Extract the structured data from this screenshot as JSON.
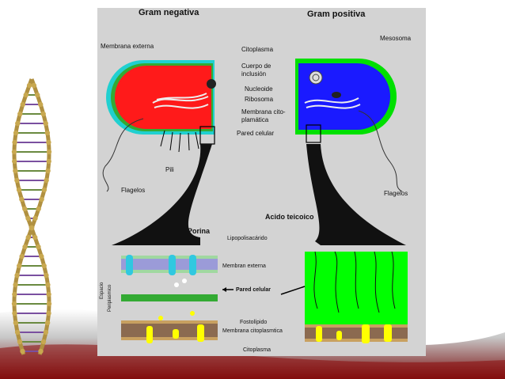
{
  "titles": {
    "gram_negative": "Gram negativa",
    "gram_positive": "Gram positiva"
  },
  "labels": {
    "outer_membrane": "Membrana externa",
    "cytoplasm": "Citoplasma",
    "inclusion_body_1": "Cuerpo de",
    "inclusion_body_2": "inclusión",
    "nucleoid": "Nucleoide",
    "ribosome": "Ribosoma",
    "cyto_membrane_1": "Membrana cito-",
    "cyto_membrane_2": "plamática",
    "cell_wall": "Pared celular",
    "mesosome": "Mesosoma",
    "pili": "Pili",
    "flagella_left": "Flagelos",
    "flagella_right": "Flagelos",
    "teichoic_acid": "Acido teicoico",
    "porin": "Porina",
    "lipopolysaccharide": "Lipopolisacárido",
    "outer_membrane_detail": "Membran externa",
    "cell_wall_detail": "Pared celular",
    "periplasmic_space_1": "Espacio",
    "periplasmic_space_2": "Periplasmico",
    "phospholipid": "Fostolípido",
    "cyto_membrane_detail": "Membrana citoplasmtica",
    "cytoplasm_detail": "Citoplasma"
  },
  "colors": {
    "negative_cytoplasm": "#ff1a1a",
    "positive_cytoplasm": "#1a1aff",
    "outer_membrane": "#20d0d0",
    "positive_wall": "#00e000",
    "cell_wall_stripe": "#33aa33",
    "panel": "#d3d3d3",
    "porin": "#30c8e0",
    "protein": "#ffff00"
  }
}
